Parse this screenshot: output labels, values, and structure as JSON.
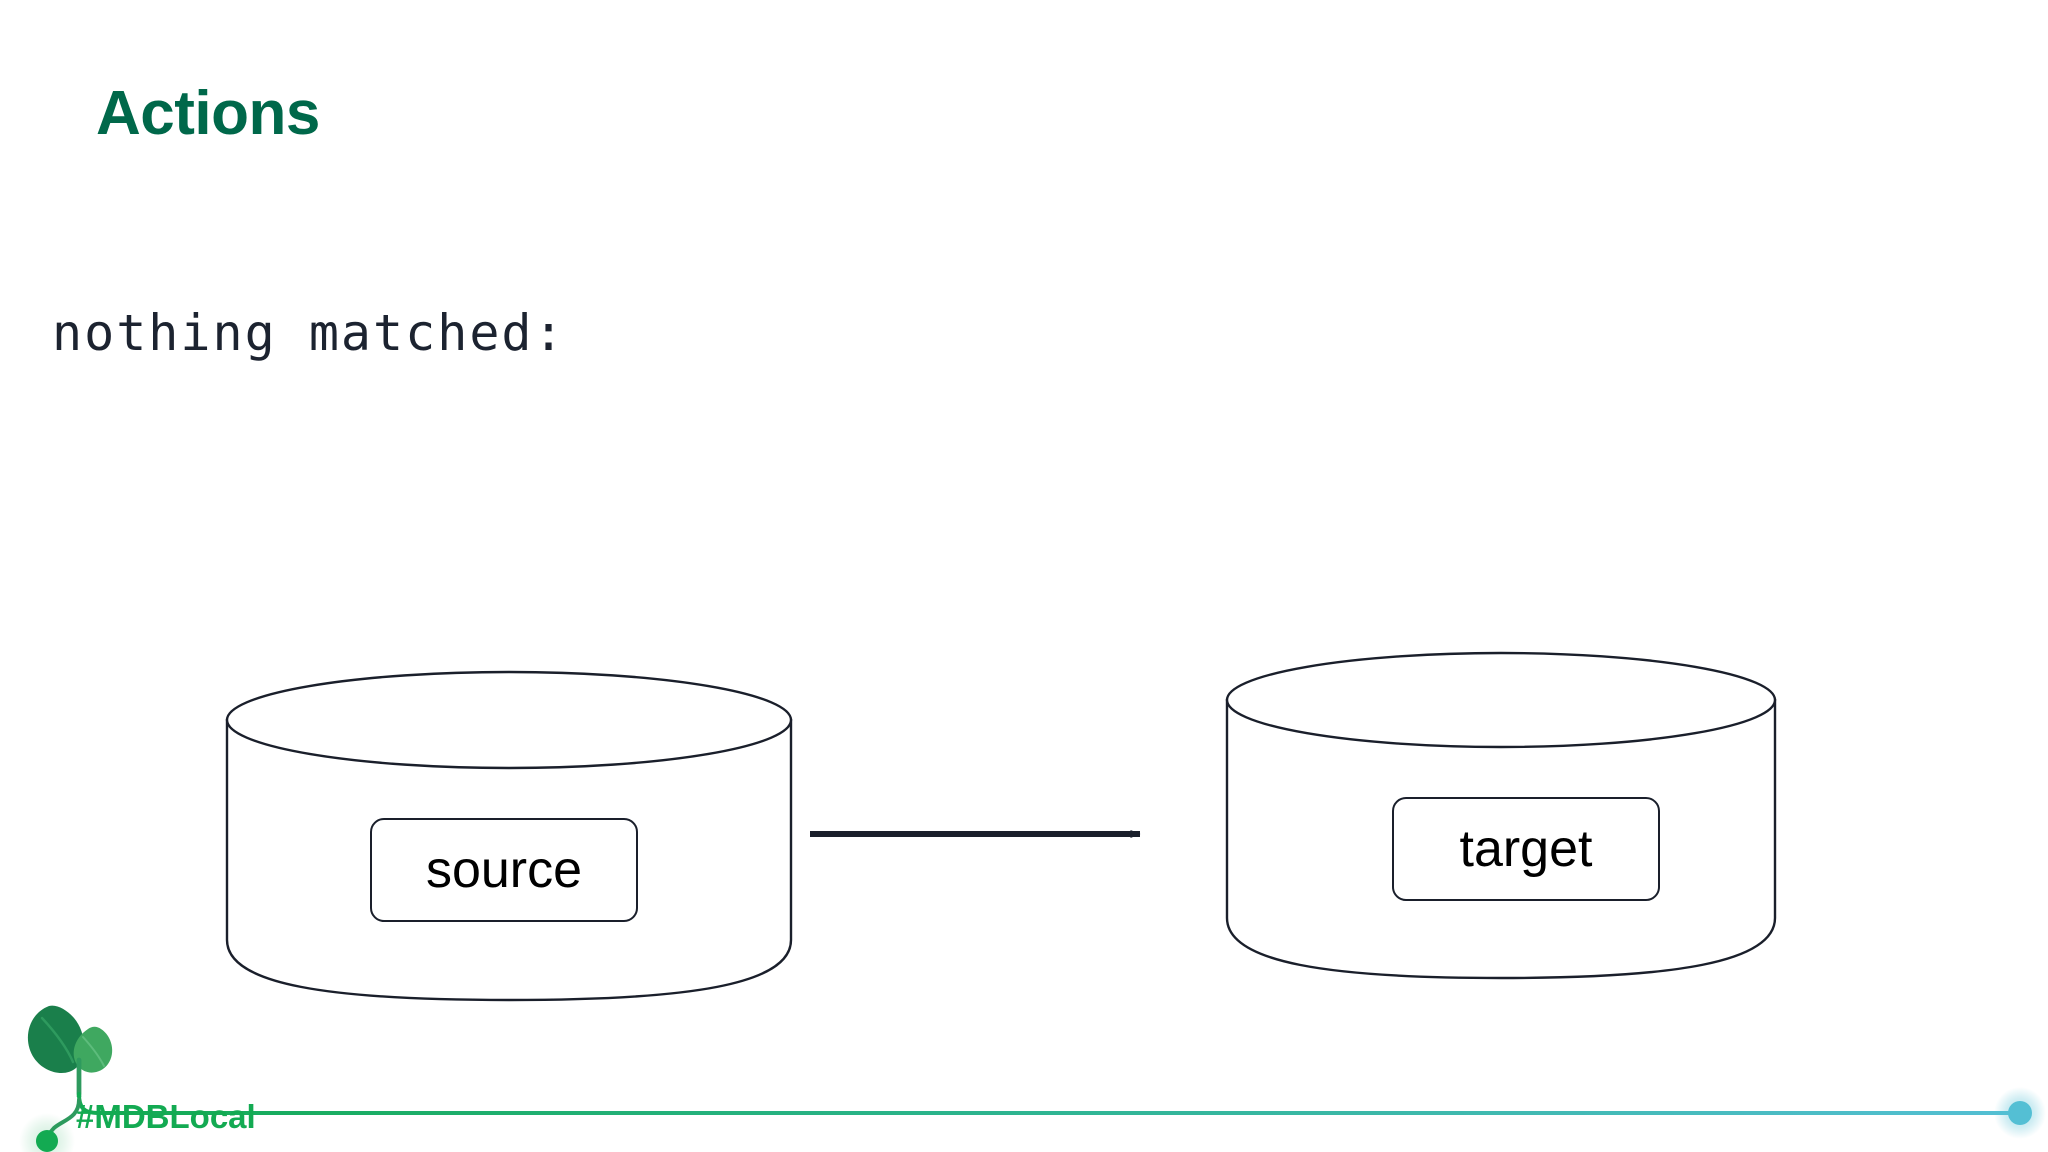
{
  "slide": {
    "title": "Actions",
    "code_line": "nothing matched:",
    "background_color": "#ffffff",
    "title_color": "#00684A",
    "code_color": "#1C2330"
  },
  "diagram": {
    "type": "flow",
    "stroke_color": "#1a1f2b",
    "fill_color": "#ffffff",
    "nodes": [
      {
        "id": "source",
        "shape": "cylinder",
        "label": "source",
        "label_color": "#000000"
      },
      {
        "id": "target",
        "shape": "cylinder",
        "label": "target",
        "label_color": "#000000"
      }
    ],
    "edges": [
      {
        "from": "source",
        "to": "target",
        "style": "solid-arrow",
        "color": "#1a1f2b",
        "label": ""
      }
    ]
  },
  "footer": {
    "hashtag": "#MDBLocal",
    "hashtag_color": "#13AA52",
    "line_start_color": "#13AA52",
    "line_end_color": "#54BFD4",
    "sprout_leaf_dark": "#1A7F4B",
    "sprout_leaf_light": "#3FA860",
    "end_dot_color": "#54BFD4",
    "start_dot_color": "#13AA52"
  }
}
